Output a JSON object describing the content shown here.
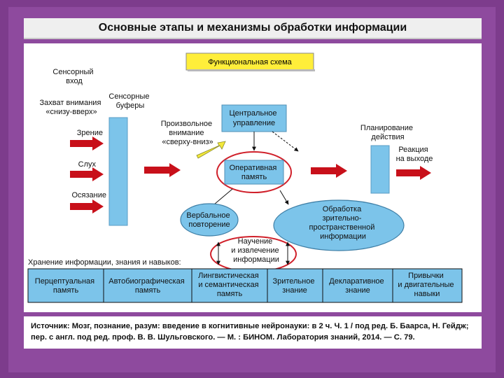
{
  "title": "Основные этапы и механизмы обработки информации",
  "diagram": {
    "header_label": "Функциональная схема",
    "sensory_input": [
      "Сенсорный",
      "вход"
    ],
    "bottom_up": [
      "Захват внимания",
      "«снизу-вверх»"
    ],
    "vision": "Зрение",
    "hearing": "Слух",
    "touch": "Осязание",
    "sensory_buffers": [
      "Сенсорные",
      "буферы"
    ],
    "top_down": [
      "Произвольное",
      "внимание",
      "«сверху-вниз»"
    ],
    "central_exec": [
      "Центральное",
      "управление"
    ],
    "working_memory": [
      "Оперативная",
      "память"
    ],
    "verbal_rehearsal": [
      "Вербальное",
      "повторение"
    ],
    "visuospatial": [
      "Обработка",
      "зрительно-",
      "пространственной",
      "информации"
    ],
    "learning": [
      "Научение",
      "и извлечение",
      "информации"
    ],
    "planning": [
      "Планирование",
      "действия"
    ],
    "reaction": [
      "Реакция",
      "на выходе"
    ],
    "storage": "Хранение информации, знания и навыков:",
    "memory_cells": [
      [
        "Перцептуальная",
        "память"
      ],
      [
        "Автобиографическая",
        "память"
      ],
      [
        "Лингвистическая",
        "и семантическая",
        "память"
      ],
      [
        "Зрительное",
        "знание"
      ],
      [
        "Декларативное",
        "знание"
      ],
      [
        "Привычки",
        "и двигательные",
        "навыки"
      ]
    ]
  },
  "source": "Источник: Мозг, познание, разум: введение в когнитивные нейронауки: в 2 ч. Ч. 1 / под ред. Б. Баарса, Н. Гейдж; пер. с англ. под ред. проф. В. В. Шульговского. — М. : БИНОМ. Лаборатория знаний, 2014. — С. 79.",
  "colors": {
    "frame": "#7d3c8c",
    "box_blue": "#7cc4ea",
    "arrow_red": "#c8101a",
    "highlight_yellow": "#ffee3a",
    "ellipse_outline": "#d0202a"
  }
}
